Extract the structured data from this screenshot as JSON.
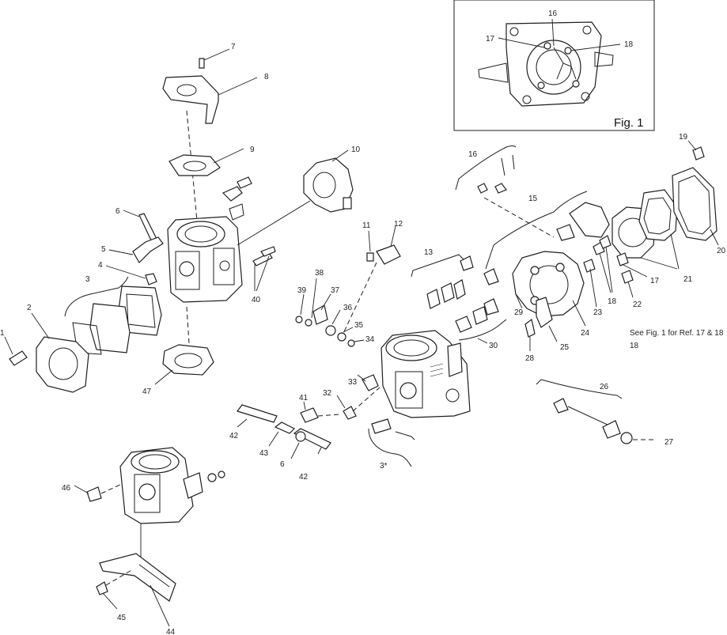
{
  "diagram": {
    "type": "exploded parts diagram",
    "inset": {
      "label": "Fig. 1",
      "callouts": [
        "16",
        "17",
        "18"
      ]
    },
    "note": "See Fig. 1 for Ref. 17 & 18",
    "callouts": [
      "1",
      "2",
      "3",
      "4",
      "5",
      "6",
      "7",
      "8",
      "9",
      "10",
      "11",
      "12",
      "13",
      "15",
      "16",
      "17",
      "18",
      "19",
      "20",
      "21",
      "22",
      "23",
      "24",
      "25",
      "26",
      "27",
      "28",
      "29",
      "30",
      "3*",
      "32",
      "33",
      "34",
      "35",
      "36",
      "37",
      "38",
      "39",
      "40",
      "41",
      "42",
      "43",
      "44",
      "45",
      "46",
      "47",
      "6",
      "42",
      "17",
      "18"
    ]
  },
  "colors": {
    "line": "#1e1e1e",
    "background": "#ffffff"
  }
}
